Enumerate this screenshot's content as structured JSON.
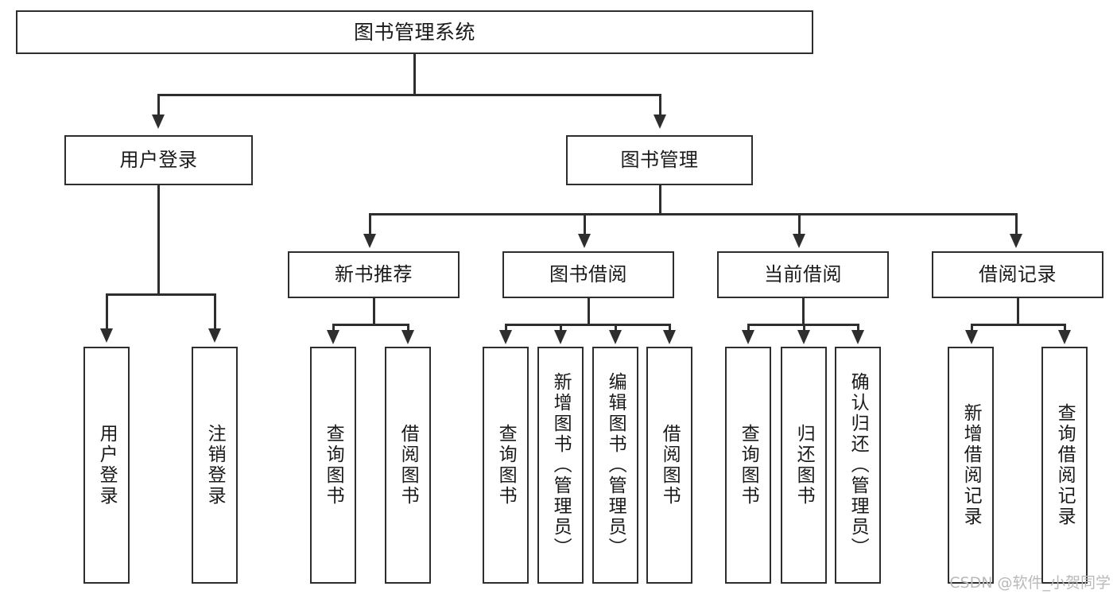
{
  "diagram": {
    "type": "tree",
    "title": "图书管理系统",
    "watermark": "CSDN @软件_小贺同学",
    "colors": {
      "stroke": "#2e2e2e",
      "fill": "#ffffff",
      "text": "#1a1a1a",
      "watermark": "#b9b9b9"
    },
    "levels": {
      "root": {
        "label": "图书管理系统"
      },
      "level2": [
        {
          "label": "用户登录"
        },
        {
          "label": "图书管理"
        }
      ],
      "level3": [
        {
          "label": "新书推荐"
        },
        {
          "label": "图书借阅"
        },
        {
          "label": "当前借阅"
        },
        {
          "label": "借阅记录"
        }
      ],
      "leaves": {
        "user_login": [
          {
            "label": "用户登录"
          },
          {
            "label": "注销登录"
          }
        ],
        "new_book_recommend": [
          {
            "label": "查询图书"
          },
          {
            "label": "借阅图书"
          }
        ],
        "book_borrow": [
          {
            "label": "查询图书"
          },
          {
            "label": "新增图书（管理员）"
          },
          {
            "label": "编辑图书（管理员）"
          },
          {
            "label": "借阅图书"
          }
        ],
        "current_borrow": [
          {
            "label": "查询图书"
          },
          {
            "label": "归还图书"
          },
          {
            "label": "确认归还（管理员）"
          }
        ],
        "borrow_record": [
          {
            "label": "新增借阅记录"
          },
          {
            "label": "查询借阅记录"
          }
        ]
      }
    }
  }
}
